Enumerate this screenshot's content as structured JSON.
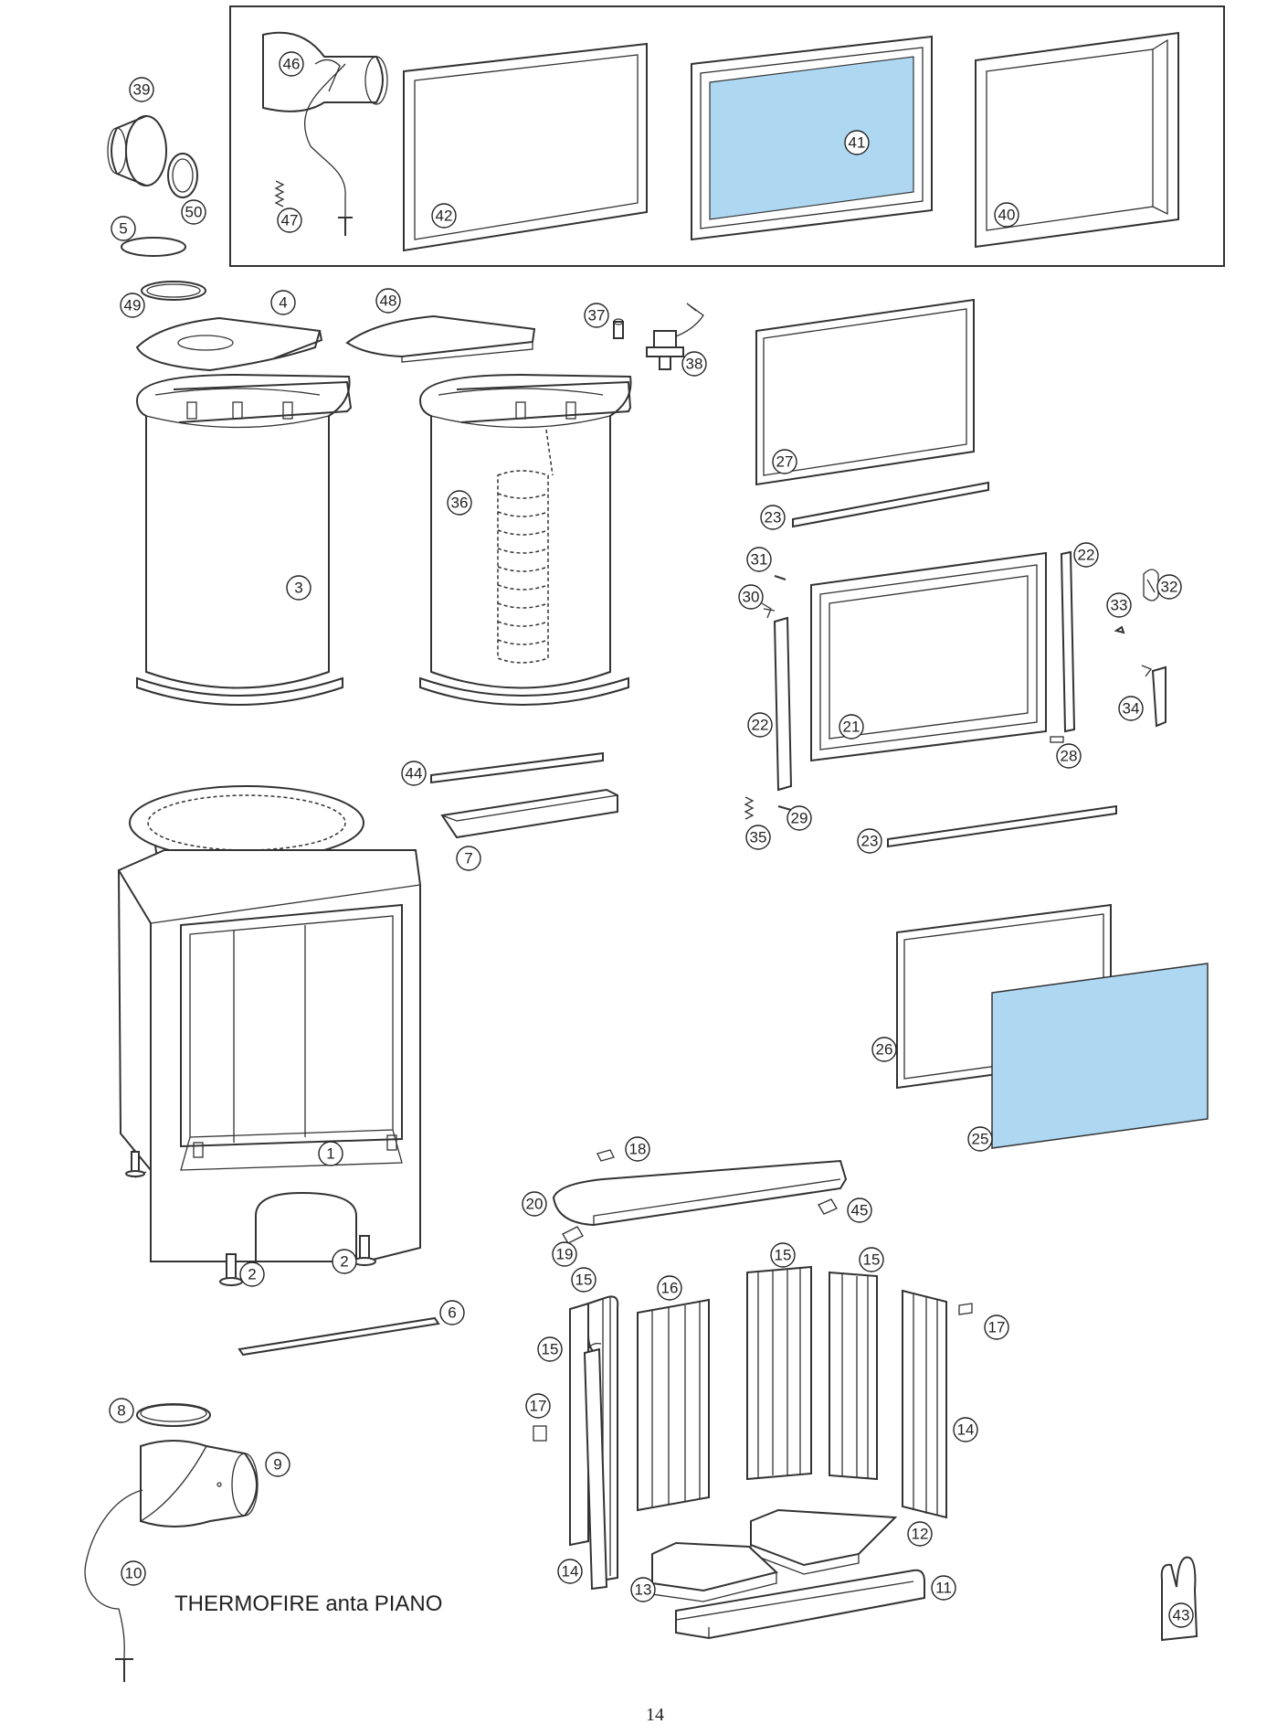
{
  "caption": "THERMOFIRE anta PIANO",
  "page_number": "14",
  "highlight_color": "#aed8f2",
  "callouts": [
    "1",
    "2",
    "2",
    "3",
    "4",
    "5",
    "6",
    "7",
    "8",
    "9",
    "10",
    "11",
    "12",
    "13",
    "14",
    "14",
    "15",
    "15",
    "15",
    "15",
    "16",
    "17",
    "17",
    "18",
    "19",
    "20",
    "21",
    "22",
    "22",
    "23",
    "23",
    "25",
    "26",
    "27",
    "28",
    "29",
    "30",
    "31",
    "32",
    "33",
    "34",
    "35",
    "36",
    "37",
    "38",
    "39",
    "40",
    "41",
    "42",
    "43",
    "44",
    "45",
    "46",
    "47",
    "48",
    "49",
    "50"
  ]
}
